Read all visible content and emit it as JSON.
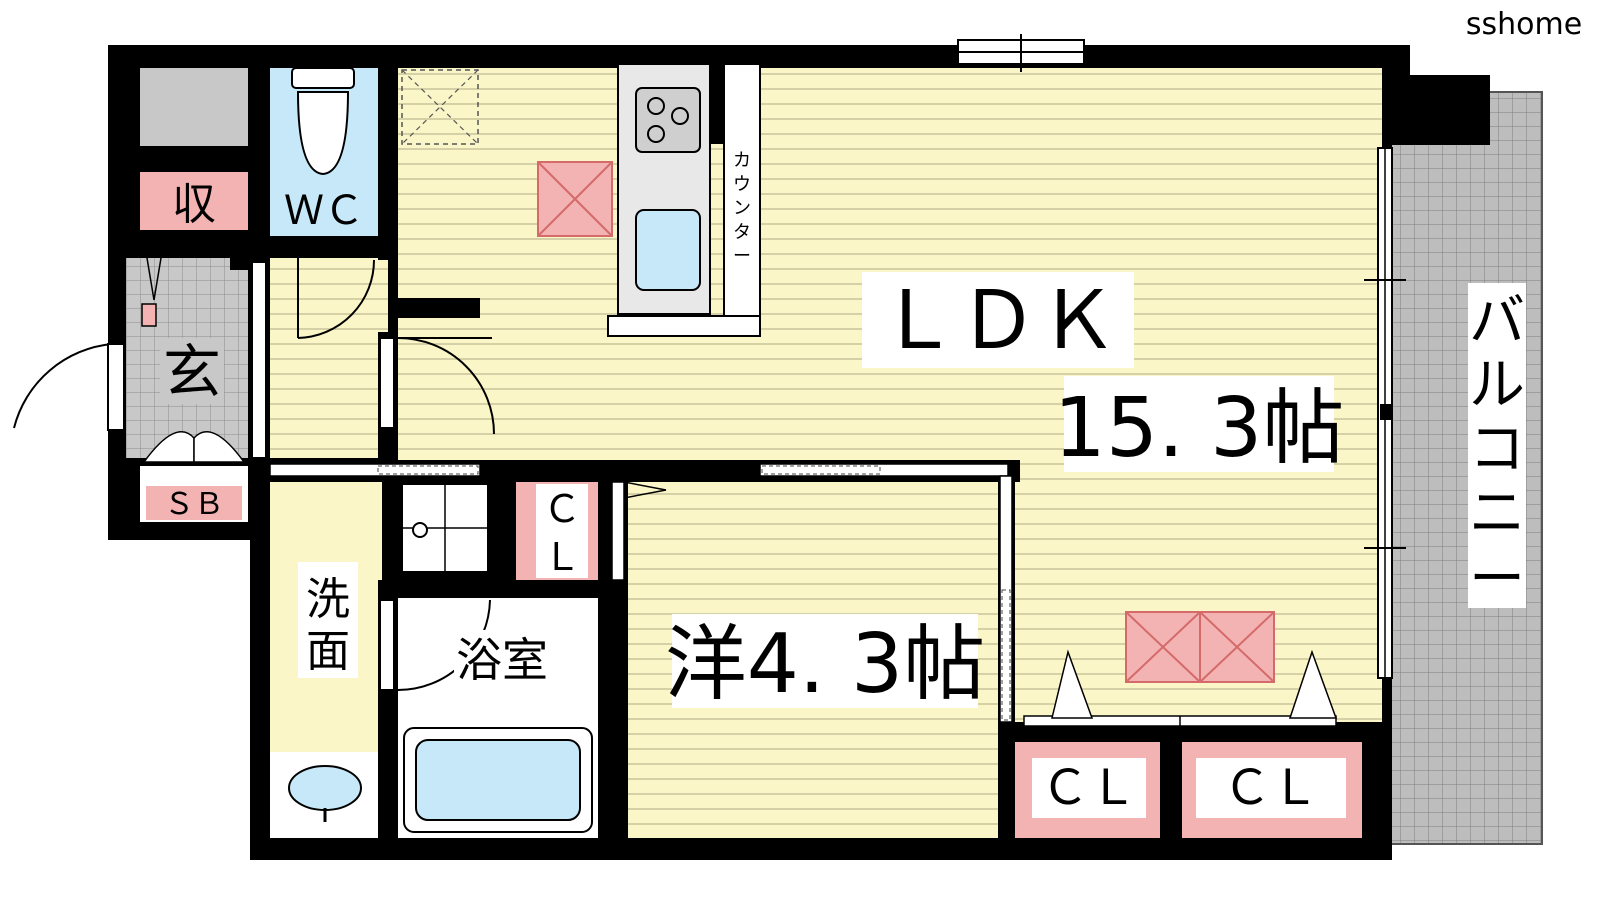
{
  "watermark": "sshome",
  "rooms": {
    "ldk_name": "ＬＤＫ",
    "ldk_size": "15. 3帖",
    "western_room": "洋4. 3帖",
    "wc": "ＷＣ",
    "storage": "収",
    "entrance": "玄",
    "shoe_box": "ＳＢ",
    "washroom_1": "洗",
    "washroom_2": "面",
    "bathroom": "浴室",
    "counter": [
      "カ",
      "ウ",
      "ン",
      "タ",
      "ー"
    ],
    "balcony": [
      "バ",
      "ル",
      "コ",
      "ニ",
      "ー"
    ],
    "closet_small_1": "Ｃ",
    "closet_small_2": "Ｌ",
    "closet_left": "ＣＬ",
    "closet_right": "ＣＬ"
  },
  "colors": {
    "wall": "#000000",
    "floor": "#fbf6c8",
    "floor_line": "#c9c39a",
    "closet_pink": "#f4b3b3",
    "water_blue": "#c6e8f8",
    "tile_gray": "#c8c8c8",
    "balcony_gray": "#bdbdbd"
  }
}
